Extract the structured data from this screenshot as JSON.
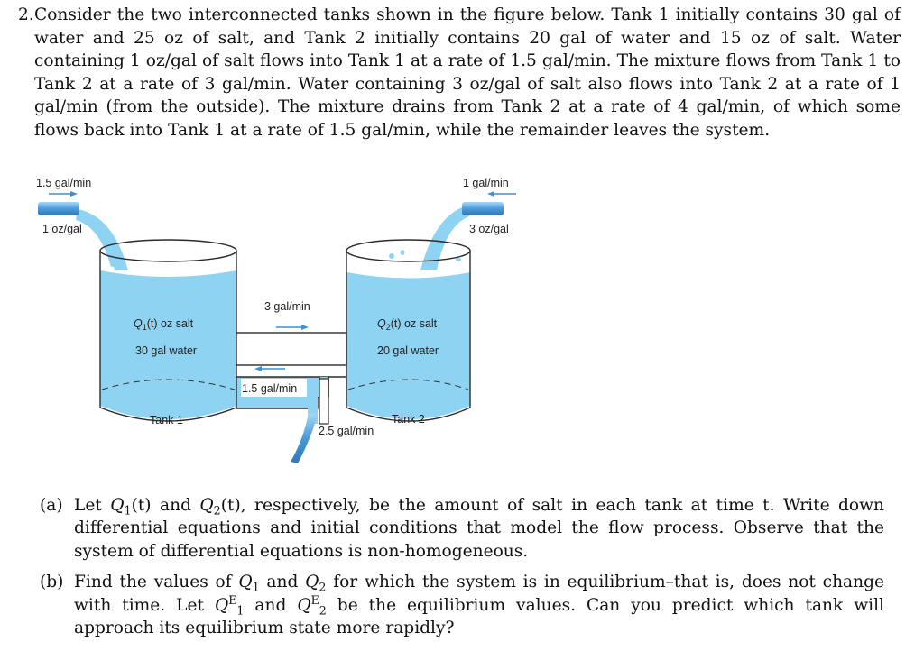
{
  "problem": {
    "number": "2.",
    "statement": "Consider the two interconnected tanks shown in the figure below. Tank 1 initially contains 30 gal of water and 25 oz of salt, and Tank 2 initially contains 20 gal of water and 15 oz of salt. Water containing 1 oz/gal of salt flows into Tank 1 at a rate of 1.5 gal/min. The mixture flows from Tank 1 to Tank 2 at a rate of 3 gal/min. Water containing 3 oz/gal of salt also flows into Tank 2 at a rate of 1 gal/min (from the outside). The mixture drains from Tank 2 at a rate of 4 gal/min, of which some flows back into Tank 1 at a rate of 1.5 gal/min, while the remainder leaves the system."
  },
  "figure": {
    "inflow1_rate": "1.5 gal/min",
    "inflow1_conc": "1 oz/gal",
    "inflow2_rate": "1 gal/min",
    "inflow2_conc": "3 oz/gal",
    "tank1_salt_q": "Q",
    "tank1_salt_sub": "1",
    "tank1_salt_rest": "(t) oz salt",
    "tank1_water": "30 gal water",
    "tank1_label": "Tank 1",
    "tank2_salt_q": "Q",
    "tank2_salt_sub": "2",
    "tank2_salt_rest": "(t) oz salt",
    "tank2_water": "20 gal water",
    "tank2_label": "Tank 2",
    "transfer_rate": "3 gal/min",
    "return_rate": "1.5 gal/min",
    "drain_rate": "2.5 gal/min"
  },
  "parts": {
    "a": {
      "label": "(a)",
      "t1": "Let ",
      "q1": "Q",
      "q1sub": "1",
      "targ1": "(t)",
      "t2": " and ",
      "q2": "Q",
      "q2sub": "2",
      "targ2": "(t)",
      "t3": ", respectively, be the amount of salt in each tank at time t. Write down differential equations and initial conditions that model the flow process. Observe that the system of differential equations is non-homogeneous."
    },
    "b": {
      "label": "(b)",
      "t1": "Find the values of ",
      "q1": "Q",
      "q1sub": "1",
      "t2": " and ",
      "q2": "Q",
      "q2sub": "2",
      "t3": " for which the system is in equilibrium–that is, does not change with time. Let ",
      "qe1": "Q",
      "qe1sup": "E",
      "qe1sub": "1",
      "t4": " and ",
      "qe2": "Q",
      "qe2sup": "E",
      "qe2sub": "2",
      "t5": " be the equilibrium values. Can you predict which tank will approach its equilibrium state more rapidly?"
    }
  },
  "colors": {
    "water": "#8fd3f2",
    "pipe": "#5aa9e0",
    "arrow": "#3c90d4",
    "outline": "#2b2b2b"
  }
}
